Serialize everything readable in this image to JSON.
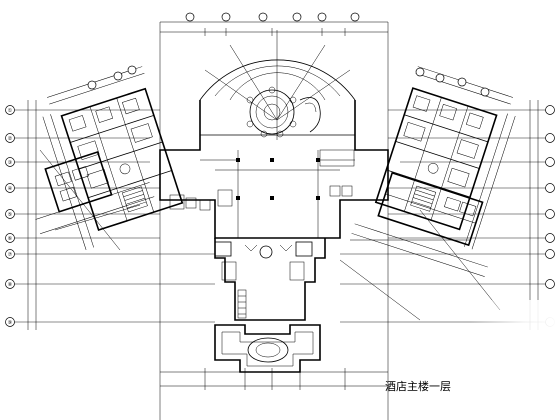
{
  "drawing": {
    "caption": "酒店主楼一层"
  },
  "axis_bubbles_left": [
    "①",
    "②",
    "③",
    "④",
    "⑤",
    "⑥",
    "⑦",
    "⑧",
    "⑨"
  ]
}
